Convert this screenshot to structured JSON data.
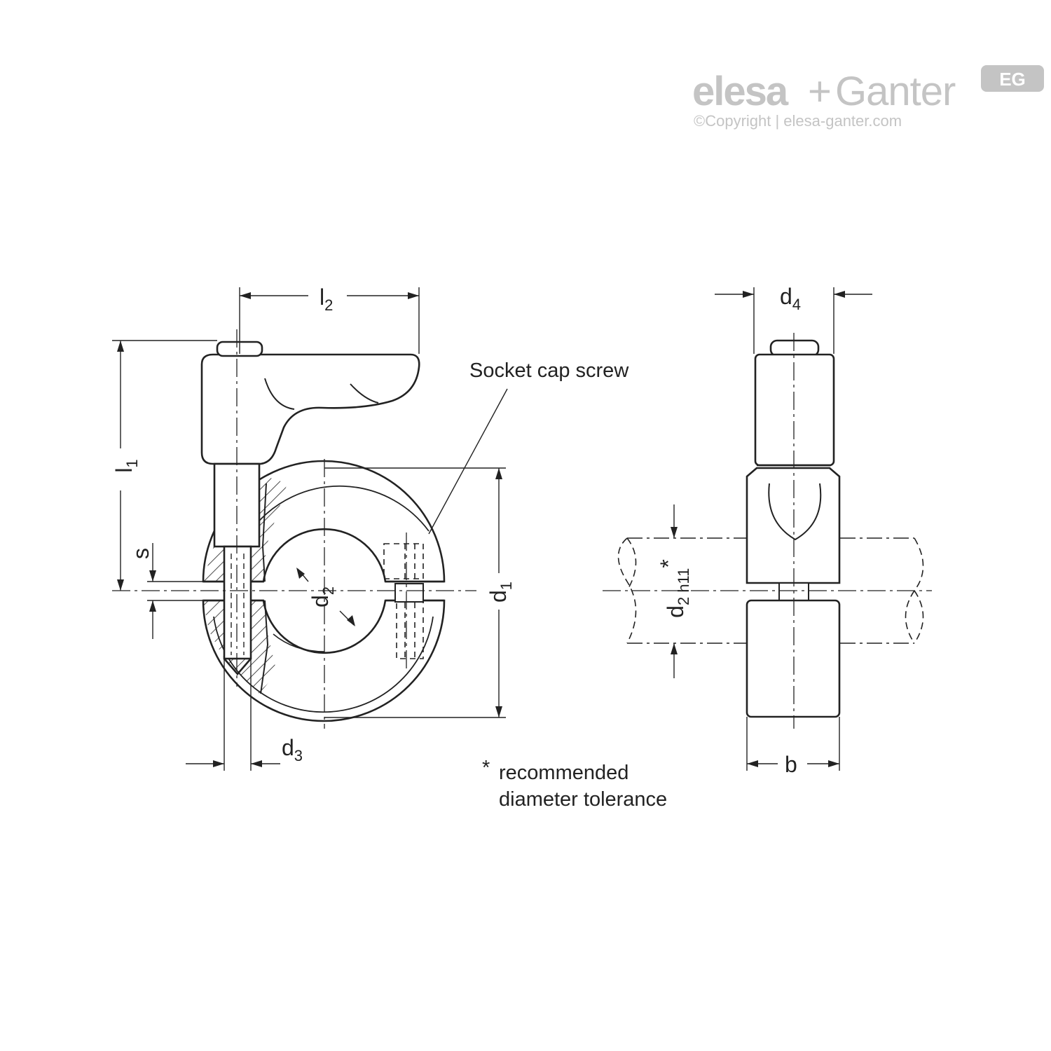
{
  "logo": {
    "badge": "EG",
    "brand_left": "elesa",
    "brand_plus": "+",
    "brand_right": "Ganter",
    "copyright": "©Copyright | elesa-ganter.com"
  },
  "labels": {
    "l2": "l",
    "l2_sub": "2",
    "l1": "l",
    "l1_sub": "1",
    "s": "s",
    "d1": "d",
    "d1_sub": "1",
    "d2_left": "d",
    "d2_left_sub": "2",
    "d2_right": "d",
    "d2_right_sub": "2 h11",
    "d2_right_star": "*",
    "d3": "d",
    "d3_sub": "3",
    "d4": "d",
    "d4_sub": "4",
    "b": "b"
  },
  "callouts": {
    "socket_cap_screw": "Socket cap screw"
  },
  "footnote": {
    "star": "*",
    "line1": "recommended",
    "line2": "diameter tolerance"
  },
  "colors": {
    "line": "#222222",
    "logo_gray": "#c4c4c4",
    "background": "#ffffff"
  }
}
